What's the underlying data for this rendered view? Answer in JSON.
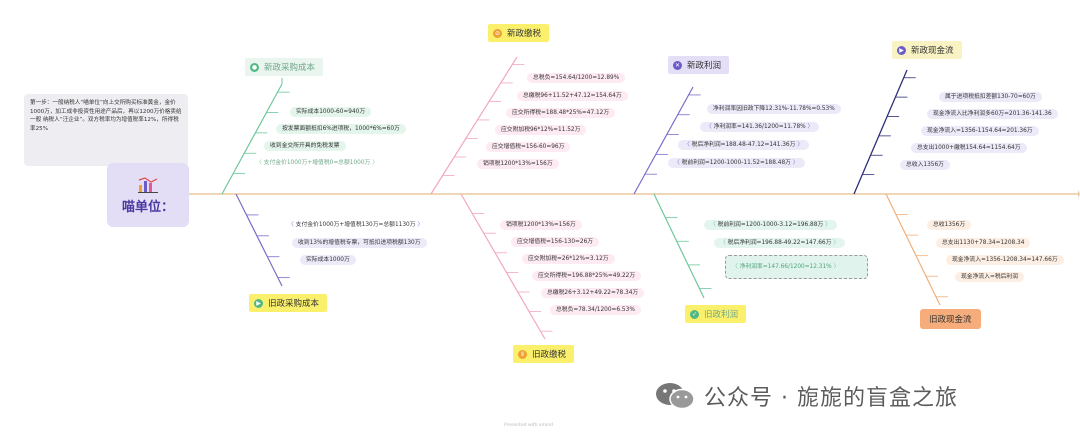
{
  "note": {
    "text": "第一步：一般纳税人“喵单位”向上交所购买标准黄金，金价1000万，加工成非投资性用途产品后，再以1200万价格卖给一般 纳税人“汪企业”。双方税率均为增值税率12%，所得税率25%"
  },
  "root": {
    "label": "喵单位："
  },
  "colors": {
    "spine": "#e8c89f",
    "mint": "#6fc79c",
    "purple": "#7c6ccc",
    "pink": "#f3a6c2",
    "teal": "#6fc79c",
    "navy": "#2f2f7a",
    "orange": "#f2b07a"
  },
  "topics": {
    "new_purchase": {
      "label": "新政采购成本",
      "icon": "person-circle-icon"
    },
    "old_purchase": {
      "label": "旧政采购成本",
      "icon": "play-circle-icon"
    },
    "new_tax": {
      "label": "新政缴税",
      "icon": "ban-circle-icon"
    },
    "old_tax": {
      "label": "旧政缴税",
      "icon": "pause-circle-icon"
    },
    "new_profit": {
      "label": "新政利润",
      "icon": "close-circle-icon"
    },
    "old_profit": {
      "label": "旧政利润",
      "icon": "check-circle-icon"
    },
    "new_cash": {
      "label": "新政现金流",
      "icon": "play-circle-icon"
    },
    "old_cash": {
      "label": "旧政现金流",
      "icon": ""
    }
  },
  "new_purchase_items": [
    "实际成本1000-60=940万",
    "按发票面额抵扣6%进项税，1000*6%=60万",
    "收到金交所开具的免税发票",
    "支付金价1000万+增值税0=总额1000万"
  ],
  "old_purchase_items": [
    "支付金价1000万+增值税130万=总额1130万",
    "收到13%的增值税专票，可抵扣进项税额130万",
    "实际成本1000万"
  ],
  "new_tax_items": [
    "总税负=154.64/1200=12.89%",
    "总缴税96+11.52+47.12=154.64万",
    "应交所得税=188.48*25%=47.12万",
    "应交附加税96*12%=11.52万",
    "应交增值税=156-60=96万",
    "销项税1200*13%=156万"
  ],
  "old_tax_items": [
    "销项税1200*13%=156万",
    "应交增值税=156-130=26万",
    "应交附加税=26*12%=3.12万",
    "应交所得税=196.88*25%=49.22万",
    "总缴税26+3.12+49.22=78.34万",
    "总税负=78.34/1200=6.53%"
  ],
  "new_profit_items": [
    "净利润率因旧政下降12.31%-11.78%=0.53%",
    "净利润率=141.36/1200=11.78%",
    "税后净利润=188.48-47.12=141.36万",
    "税前利润=1200-1000-11.52=188.48万"
  ],
  "old_profit_items": [
    "税前利润=1200-1000-3.12=196.88万",
    "税后净利润=196.88-49.22=147.66万",
    "净利润率=147.66/1200=12.31%"
  ],
  "new_cash_items": [
    "属于进项税抵扣差额130-70=60万",
    "现金净流入比净利润多60万=201.36-141.36",
    "现金净流入=1356-1154.64=201.36万",
    "总支出1000+缴税154.64=1154.64万",
    "总收入1356万"
  ],
  "old_cash_items": [
    "总收1356万",
    "总支出1130+78.34=1208.34",
    "现金净流入=1356-1208.34=147.66万",
    "现金净流入=税后利润"
  ],
  "watermark": {
    "text": "公众号 · 旎旎的盲盒之旅",
    "icon": "wechat-icon"
  },
  "footer": {
    "text": "Presented with xmind"
  }
}
